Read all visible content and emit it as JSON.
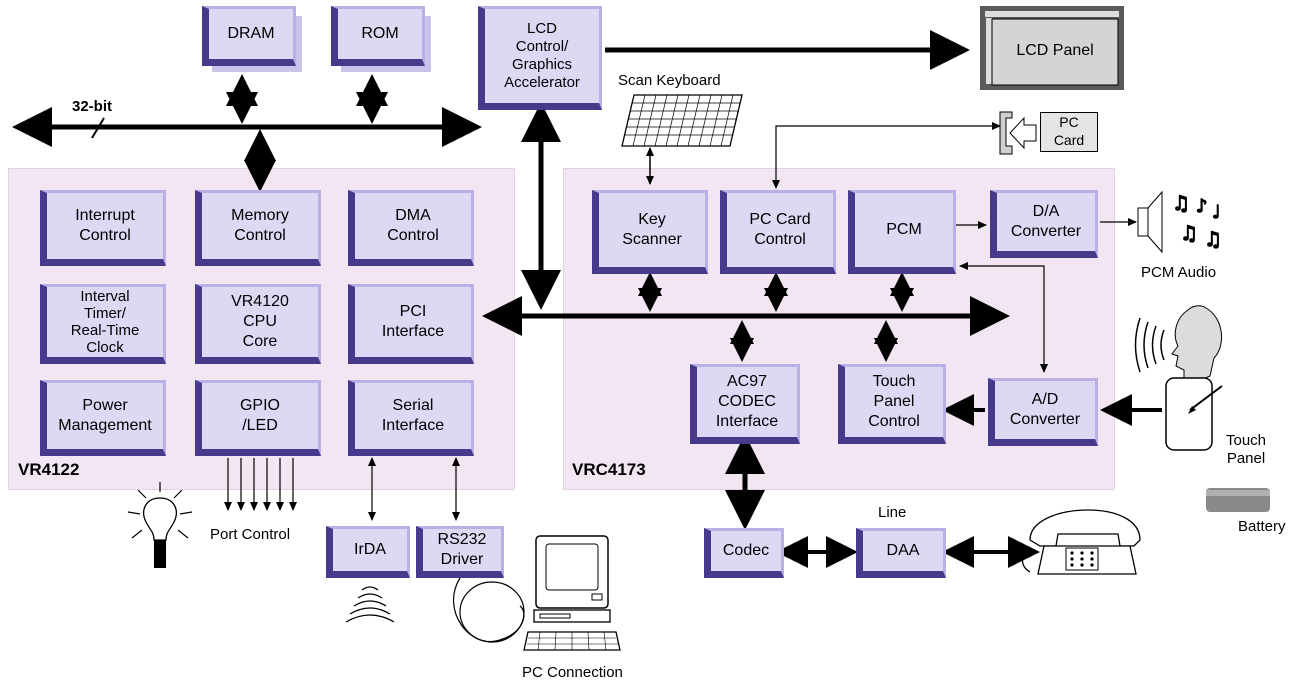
{
  "diagram": {
    "bus_label": "32-bit",
    "vr4122": {
      "label": "VR4122",
      "blocks": {
        "interrupt": "Interrupt\nControl",
        "memory": "Memory\nControl",
        "dma": "DMA\nControl",
        "timer": "Interval\nTimer/\nReal-Time\nClock",
        "cpu": "VR4120\nCPU\nCore",
        "pci": "PCI\nInterface",
        "power": "Power\nManagement",
        "gpio": "GPIO\n/LED",
        "serial": "Serial\nInterface"
      }
    },
    "vrc4173": {
      "label": "VRC4173",
      "blocks": {
        "key": "Key\nScanner",
        "pccard": "PC Card\nControl",
        "pcm": "PCM",
        "da": "D/A\nConverter",
        "ac97": "AC97\nCODEC\nInterface",
        "touch": "Touch\nPanel\nControl",
        "ad": "A/D\nConverter"
      }
    },
    "top": {
      "dram": "DRAM",
      "rom": "ROM",
      "lcdctl": "LCD\nControl/\nGraphics\nAccelerator",
      "lcdpanel": "LCD Panel",
      "pccard_slot": "PC\nCard"
    },
    "bottom": {
      "irda": "IrDA",
      "rs232": "RS232\nDriver",
      "codec": "Codec",
      "daa": "DAA"
    },
    "labels": {
      "scan_keyboard": "Scan Keyboard",
      "pcm_audio": "PCM Audio",
      "touch_panel": "Touch\nPanel",
      "battery": "Battery",
      "port_control": "Port Control",
      "pc_connection": "PC Connection",
      "line": "Line"
    }
  }
}
